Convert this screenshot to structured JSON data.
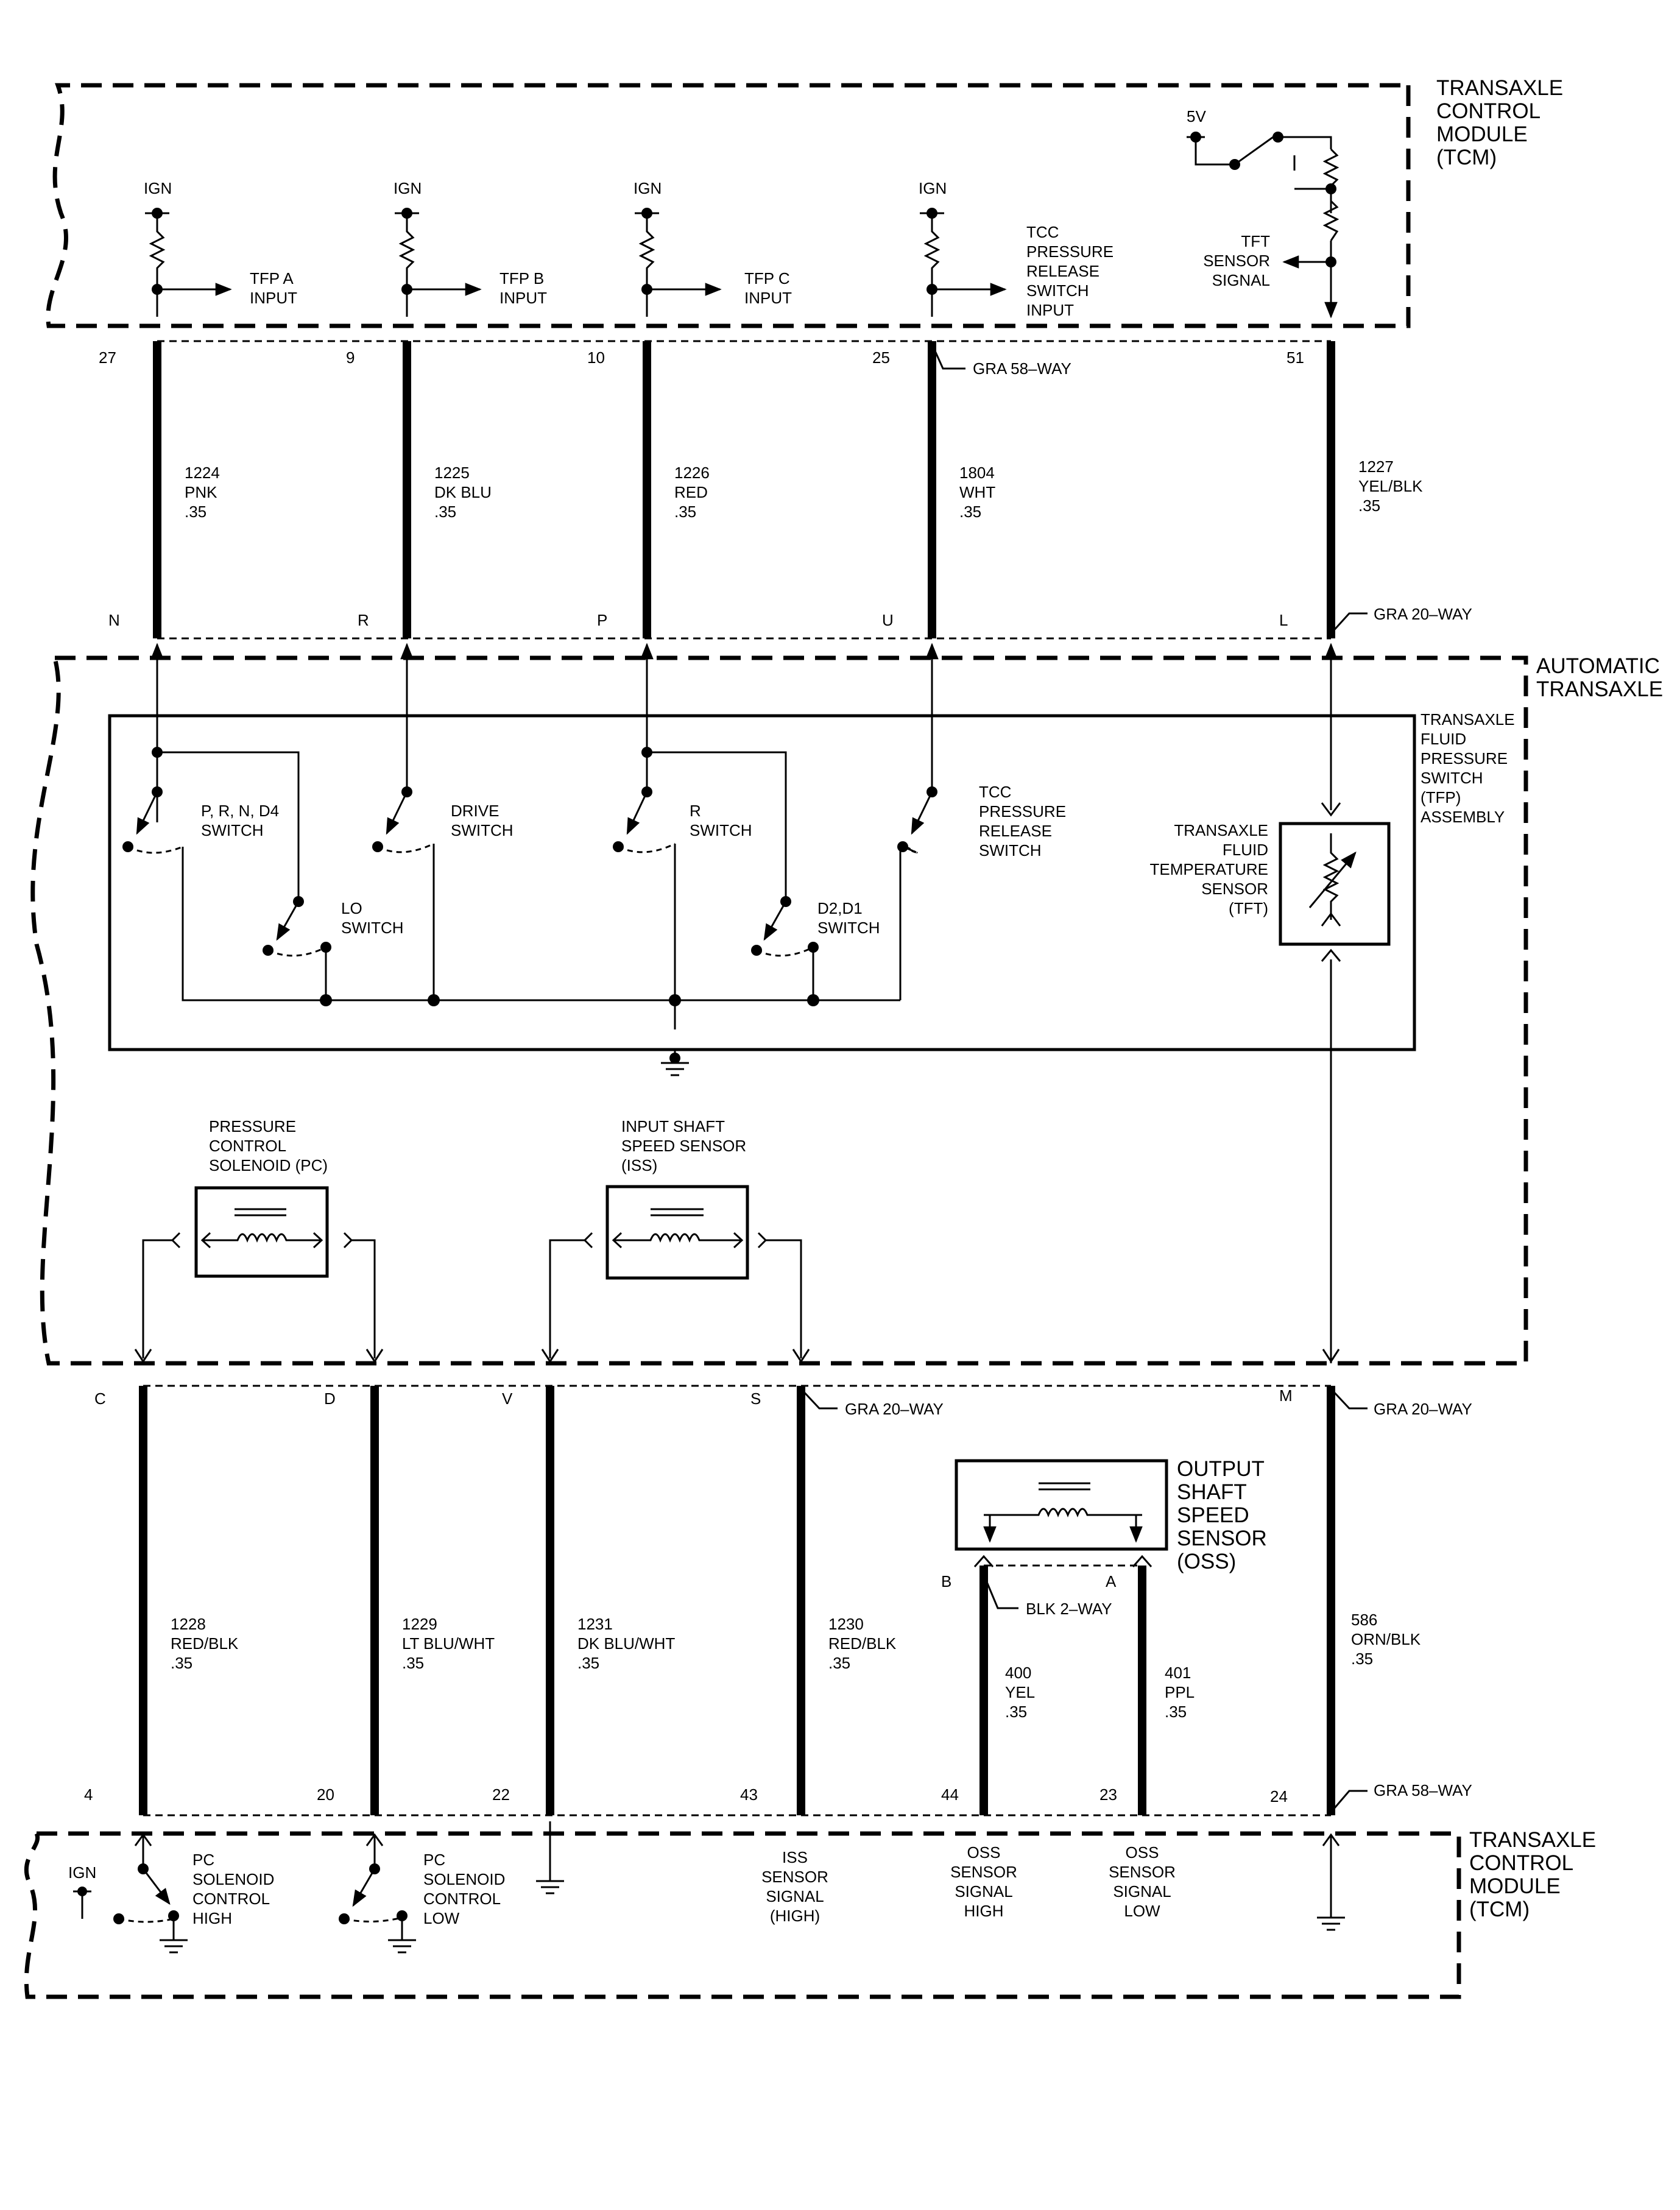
{
  "tcm_top": {
    "title": [
      "TRANSAXLE",
      "CONTROL",
      "MODULE",
      "(TCM)"
    ],
    "supply_5v": "5V",
    "tft_signal": [
      "TFT",
      "SENSOR",
      "SIGNAL"
    ],
    "inputs": [
      {
        "ign": "IGN",
        "input": [
          "TFP A",
          "INPUT"
        ]
      },
      {
        "ign": "IGN",
        "input": [
          "TFP B",
          "INPUT"
        ]
      },
      {
        "ign": "IGN",
        "input": [
          "TFP C",
          "INPUT"
        ]
      },
      {
        "ign": "IGN",
        "input": [
          "TCC",
          "PRESSURE",
          "RELEASE",
          "SWITCH",
          "INPUT"
        ]
      }
    ]
  },
  "upper_wires": [
    {
      "pin": "27",
      "circuit": "1224",
      "color": "PNK",
      "gauge": ".35",
      "cavity": "N"
    },
    {
      "pin": "9",
      "circuit": "1225",
      "color": "DK BLU",
      "gauge": ".35",
      "cavity": "R"
    },
    {
      "pin": "10",
      "circuit": "1226",
      "color": "RED",
      "gauge": ".35",
      "cavity": "P"
    },
    {
      "pin": "25",
      "circuit": "1804",
      "color": "WHT",
      "gauge": ".35",
      "cavity": "U"
    },
    {
      "pin": "51",
      "circuit": "1227",
      "color": "YEL/BLK",
      "gauge": ".35",
      "cavity": "L"
    }
  ],
  "connectors": {
    "gra58_top": "GRA 58–WAY",
    "gra20_top": "GRA 20–WAY",
    "gra20_mid1": "GRA 20–WAY",
    "gra20_mid2": "GRA 20–WAY",
    "gra58_bottom": "GRA 58–WAY",
    "blk2way": "BLK 2–WAY"
  },
  "transaxle": {
    "title": [
      "AUTOMATIC",
      "TRANSAXLE"
    ],
    "tfp_assembly": [
      "TRANSAXLE",
      "FLUID",
      "PRESSURE",
      "SWITCH",
      "(TFP)",
      "ASSEMBLY"
    ],
    "tft_sensor": [
      "TRANSAXLE",
      "FLUID",
      "TEMPERATURE",
      "SENSOR",
      "(TFT)"
    ],
    "switches": {
      "prnd4": [
        "P, R, N, D4",
        "SWITCH"
      ],
      "drive": [
        "DRIVE",
        "SWITCH"
      ],
      "r": [
        "R",
        "SWITCH"
      ],
      "tcc": [
        "TCC",
        "PRESSURE",
        "RELEASE",
        "SWITCH"
      ],
      "lo": [
        "LO",
        "SWITCH"
      ],
      "d2d1": [
        "D2,D1",
        "SWITCH"
      ]
    },
    "pc_solenoid": [
      "PRESSURE",
      "CONTROL",
      "SOLENOID (PC)"
    ],
    "iss_sensor": [
      "INPUT SHAFT",
      "SPEED SENSOR",
      "(ISS)"
    ]
  },
  "mid_cavities": [
    "C",
    "D",
    "V",
    "S",
    "M"
  ],
  "lower_wires": [
    {
      "circuit": "1228",
      "color": "RED/BLK",
      "gauge": ".35",
      "pin": "4"
    },
    {
      "circuit": "1229",
      "color": "LT BLU/WHT",
      "gauge": ".35",
      "pin": "20"
    },
    {
      "circuit": "1231",
      "color": "DK BLU/WHT",
      "gauge": ".35",
      "pin": "22"
    },
    {
      "circuit": "1230",
      "color": "RED/BLK",
      "gauge": ".35",
      "pin": "43"
    },
    {
      "circuit": "400",
      "color": "YEL",
      "gauge": ".35",
      "pin": "44"
    },
    {
      "circuit": "401",
      "color": "PPL",
      "gauge": ".35",
      "pin": "23"
    },
    {
      "circuit": "586",
      "color": "ORN/BLK",
      "gauge": ".35",
      "pin": "24"
    }
  ],
  "oss": {
    "title": [
      "OUTPUT",
      "SHAFT",
      "SPEED",
      "SENSOR",
      "(OSS)"
    ],
    "cavity_b": "B",
    "cavity_a": "A"
  },
  "tcm_bottom": {
    "title": [
      "TRANSAXLE",
      "CONTROL",
      "MODULE",
      "(TCM)"
    ],
    "ign": "IGN",
    "pc_high": [
      "PC",
      "SOLENOID",
      "CONTROL",
      "HIGH"
    ],
    "pc_low": [
      "PC",
      "SOLENOID",
      "CONTROL",
      "LOW"
    ],
    "iss_high": [
      "ISS",
      "SENSOR",
      "SIGNAL",
      "(HIGH)"
    ],
    "oss_high": [
      "OSS",
      "SENSOR",
      "SIGNAL",
      "HIGH"
    ],
    "oss_low": [
      "OSS",
      "SENSOR",
      "SIGNAL",
      "LOW"
    ]
  }
}
